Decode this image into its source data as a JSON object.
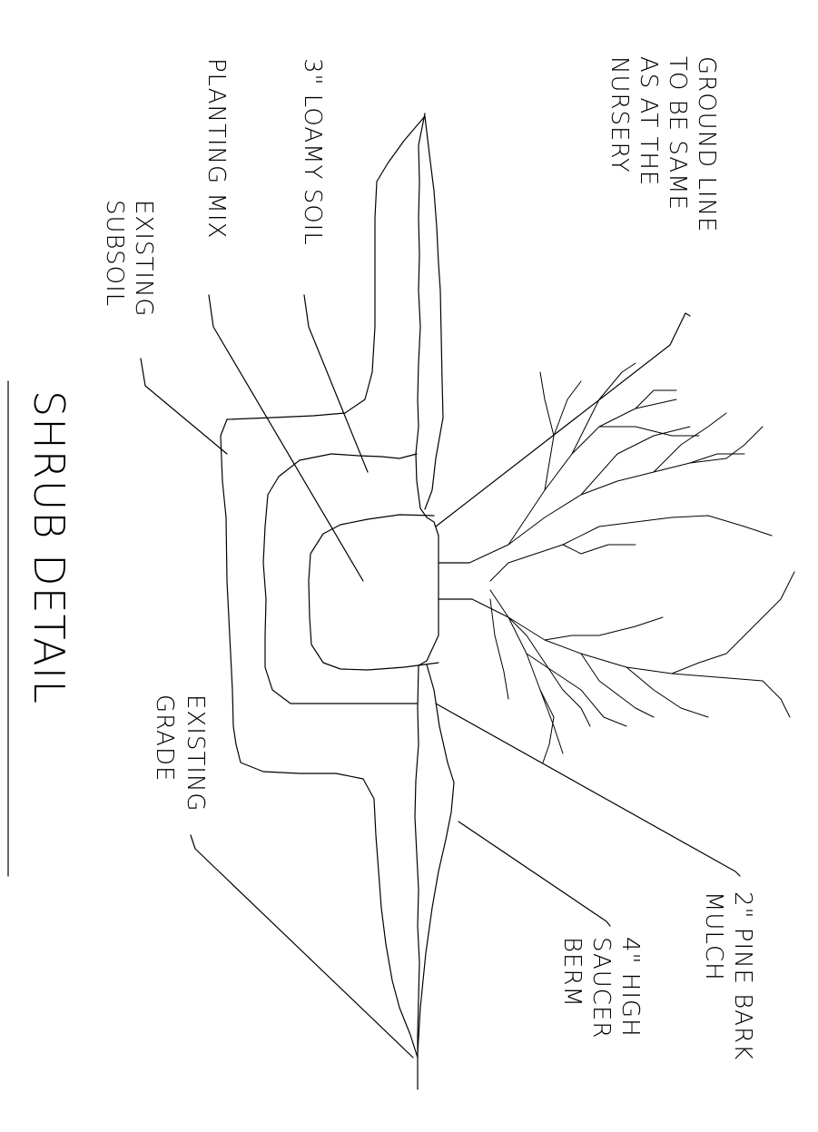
{
  "title": "SHRUB DETAIL",
  "labels": {
    "ground_line": [
      "GROUND LINE",
      "TO BE SAME",
      "AS AT THE",
      "NURSERY"
    ],
    "loamy_soil": [
      "3\" LOAMY SOIL"
    ],
    "planting_mix": [
      "PLANTING MIX"
    ],
    "existing_subsoil": [
      "EXISTING",
      "SUBSOIL"
    ],
    "existing_grade": [
      "EXISTING",
      "GRADE"
    ],
    "pine_bark_mulch": [
      "2\" PINE BARK",
      "MULCH"
    ],
    "saucer_berm": [
      "4\" HIGH",
      "SAUCER",
      "BERM"
    ]
  }
}
